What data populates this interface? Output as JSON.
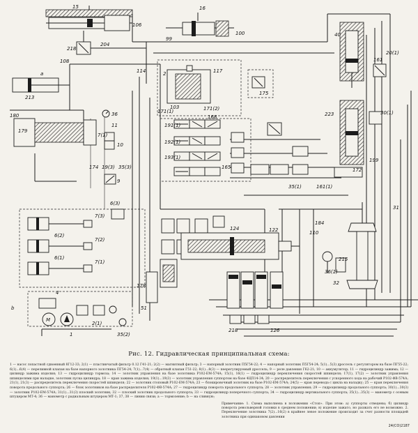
{
  "figure": {
    "caption": "Рис. 12. Гидравлическая принципиальная схема:",
    "legend_text": "1 — насос лопастной сдвоенный 8Г12-33; 2(1) — пластинчатый фильтр 0.12 Г41-21; 2(2) — магнитный фильтр; 3 — напорный золотник П5Г54-22; 4 — напорный золотник П5Г54-24; 5(1)...5(3) дроссель с регулятором на базе ПГ55-22; 6(1)...6(4) — переливной клапан на базе напорного золотника ПГ54-24; 7(1)...7(4) — обратный клапан Г51-22; 8(1)...8(3) — пеерегулируемый дроссель; 9 — реле давления Г62-21; 10 — аккумулятор; 11 — гидроцилиндр зажима; 12 — цилиндр зажима изделия; 13 — гидроцилиндр тормоза; 14 — золотник управления на базе золотника Р102-ЕМ-574А; 15(1), 16(1) — гидроцилиндр переключения скоростей шпинделя; 17(1), 17(2) — золотник управления шпинделями при наладке, золотник пуска цилиндра; 18 — кран зажима изделия; 19(1)...19(3) — золотник управления суппортом на базе 4ЦП14-34; 20 — распределитель переключения с ускоренного хода на рабочий Р102-ФВ-574А; 21(1), 21(3) — распределитель переключения скоростей шпинделя; 22 — золотник стоповый Р102-ЕМ-574А; 23 — блокировочный золотник на базе Р102-ЕМ-574А; 24(5) — кран перевода с цикла на наладку; 25 — кран переключения поворота продольного суппорта; 26 — блок золотников на базе распределителя Р102-ФВ-574А; 27 — гидроцилиндр поворота продольного суппорта; 28 — золотник управления; 29 — гидроцилиндр продольного суппорта; 30(1)...30(3) — золотник Р102-ЕМ-574А; 31(1)...31(3) плоский золотник; 32 — плоский золотник продольного суппорта; 33 — гидроцилиндр поперечного суппорта; 34 — гидроцилиндр вертикального суппорта; 35(1)...35(3) — манометр с осевым штуцером МТ-4; 36 — манометр с радиальным штуцером МТ-1; 37, 38 — линии связи; а — тормозение; b — на сливную;",
    "notes_text": "Примечание: 1. Схема выполнена в положении «Стоп». При этом: а) суппорты отведены; б) цилиндр поворота револьверной головки в среднем положении; в) изделие зажато, но разжать его не возможно. 2. Переключение золотника 7(2)...16(2) в крайнее левое положение происходит за счет разности площадей золотника при одинаковом давлении",
    "stamp": "24(СО)2187"
  },
  "labels": {
    "l15": "15",
    "l106": "106",
    "l16": "16",
    "l100": "100",
    "l99": "99",
    "l218": "218",
    "l204": "204",
    "l108": "108",
    "l213": "213",
    "l2": "2",
    "l114": "114",
    "l117": "117",
    "l103": "103",
    "l175": "175",
    "l171": "171(1)",
    "l171b": "171(2)",
    "l168": "168",
    "l191": "191(1)",
    "l192": "192(1)",
    "l193": "193(1)",
    "l165": "165",
    "l161": "161",
    "l203": "20(1)",
    "l223": "223",
    "l301": "30(1)",
    "l172": "172",
    "l199": "199",
    "l180": "180",
    "l179": "179",
    "l36": "36",
    "l11": "11",
    "l7": "7(1)",
    "l10": "10",
    "l174": "174",
    "l193b": "19(3)",
    "l35": "35(3)",
    "l9": "9",
    "l63": "6(3)",
    "l62": "6(2)",
    "l61": "6(1)",
    "l73": "7(3)",
    "l72": "7(2)",
    "l71": "7(1)",
    "l178": "178",
    "l51": "51",
    "l4": "4",
    "l1": "1",
    "l21": "2(1)",
    "l352": "35(2)",
    "l124": "124",
    "l122": "122",
    "l110": "110",
    "l184": "184",
    "l215": "215",
    "l32": "32",
    "l218b": "218",
    "l126": "126",
    "l161b": "161(1)",
    "l35b": "35(1)",
    "lb": "b",
    "la": "a",
    "l36b": "36(1)",
    "l31": "31",
    "l40": "40"
  }
}
